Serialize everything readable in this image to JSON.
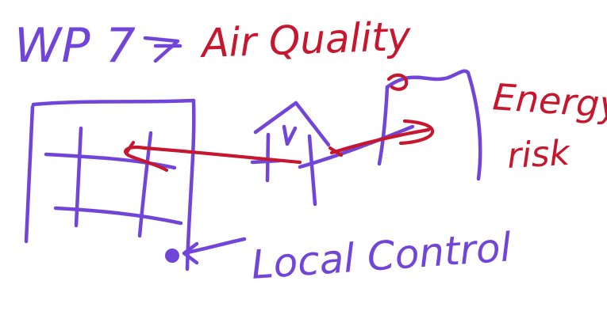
{
  "title": {
    "prefix": "WP 7",
    "text": "Air Quality"
  },
  "labels": {
    "energy": "Energy",
    "risk": "risk",
    "local_control": "Local Control"
  },
  "colors": {
    "primary_ink": "#7145d8",
    "accent_ink": "#c7172e",
    "background": "#ffffff"
  }
}
